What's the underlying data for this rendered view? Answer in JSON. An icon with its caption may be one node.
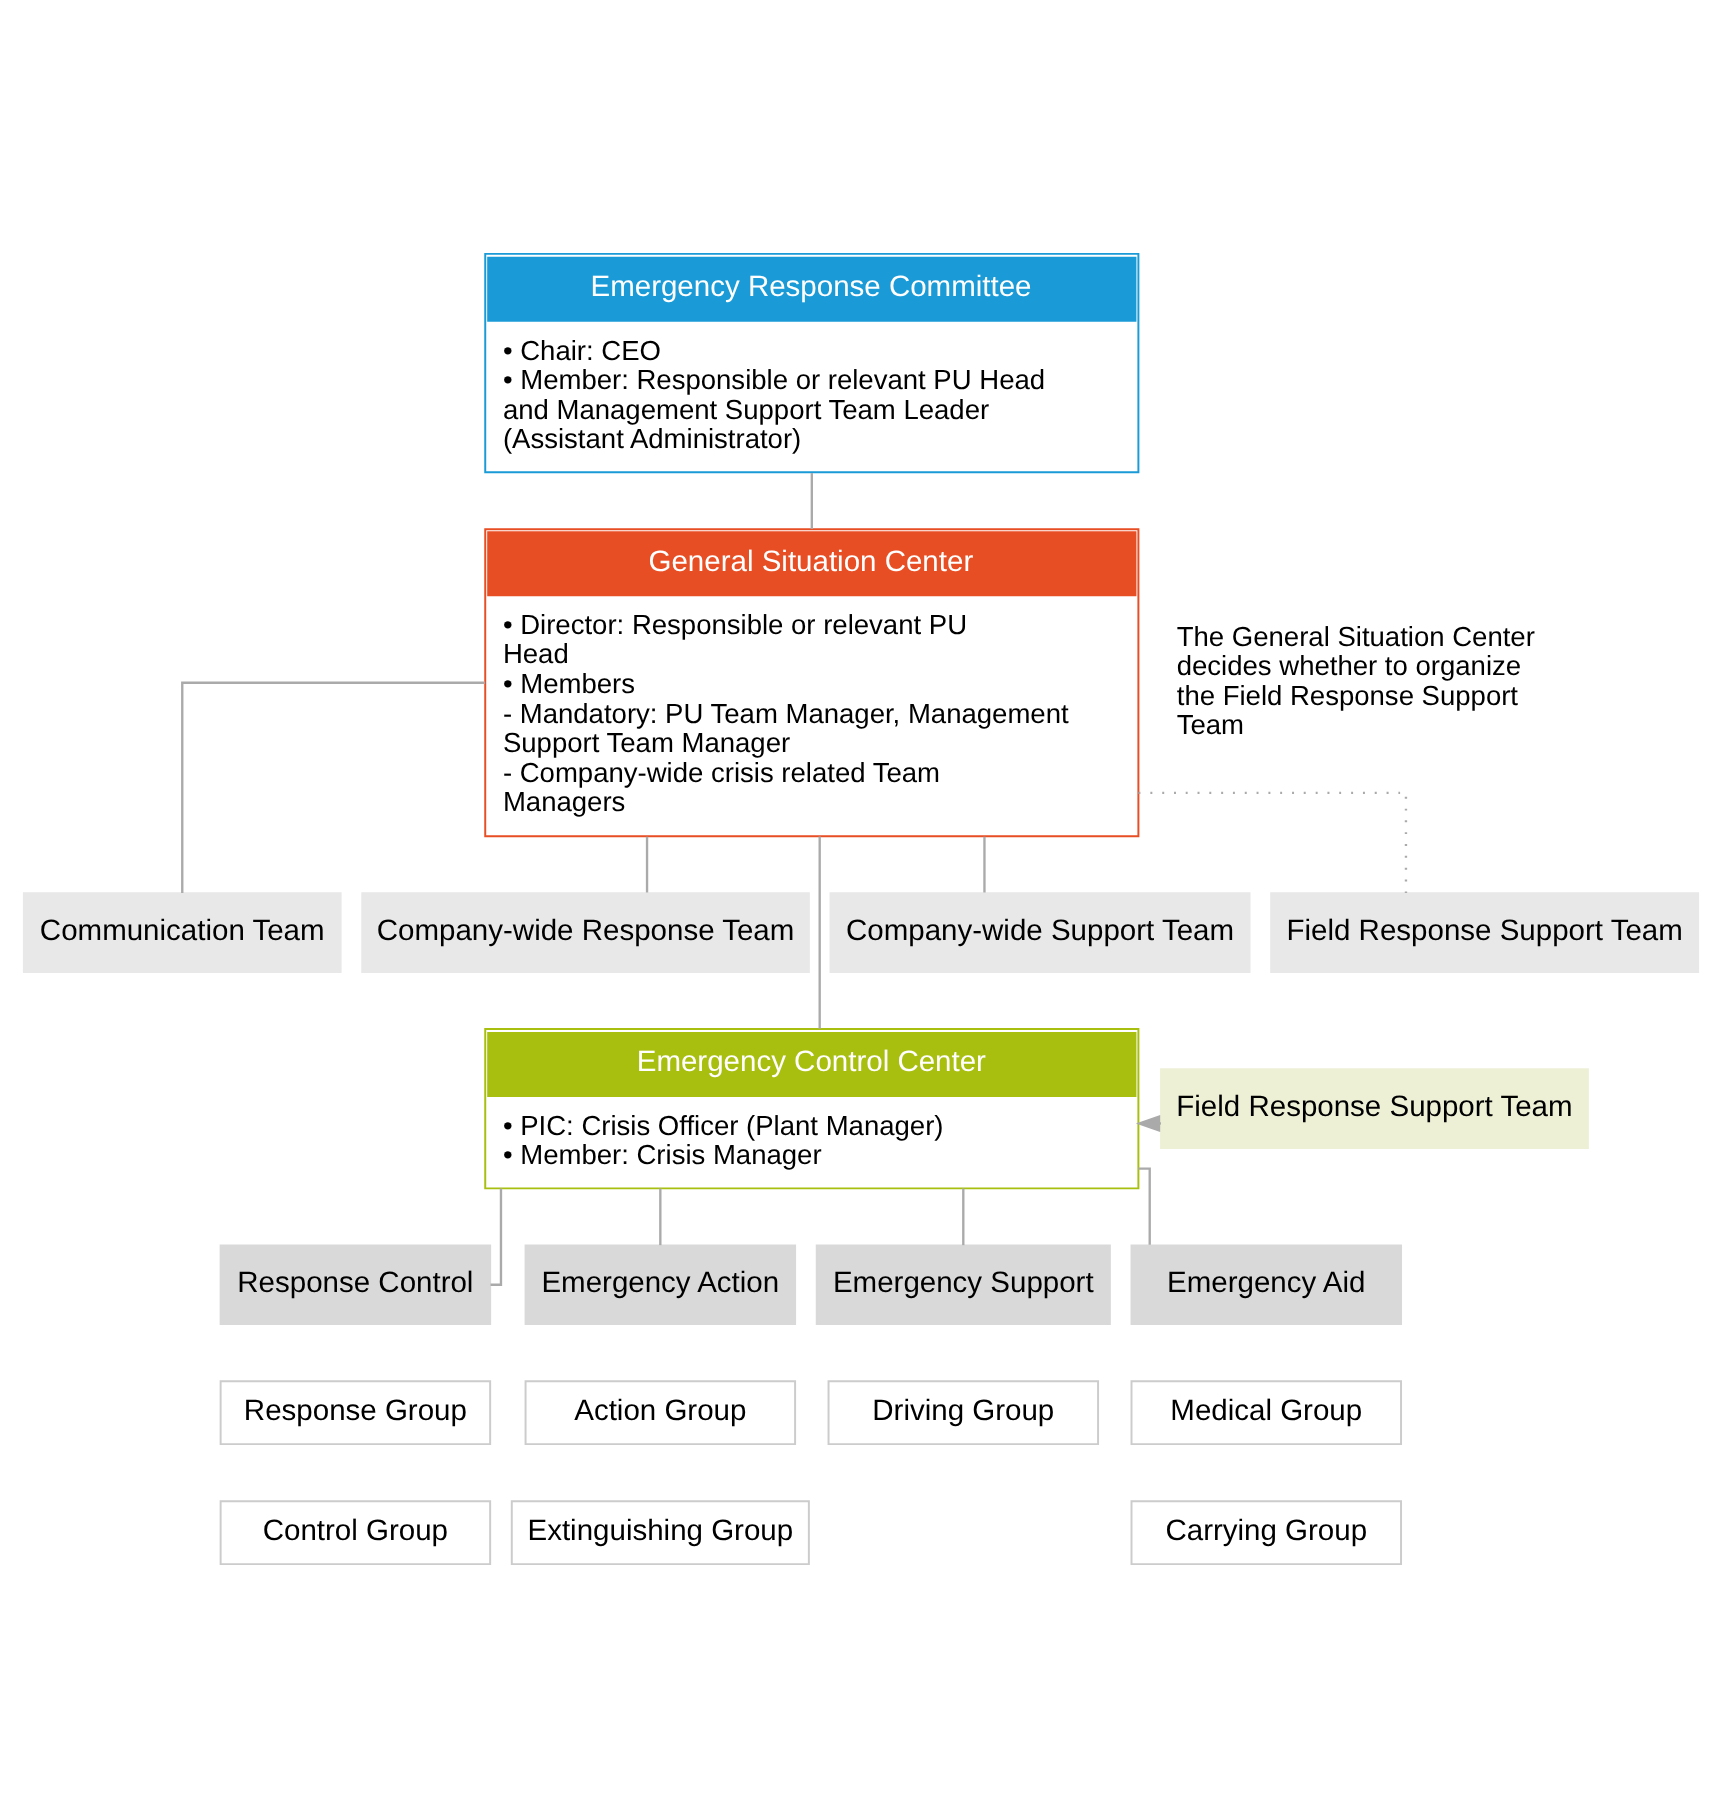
{
  "diagram": {
    "nodes": [
      {
        "text": [
          "Emergency Response Committee",
          "• Chair: CEO",
          "• Member: Responsible or relevant PU Head and Management Support Team Leader (Assistant Administrator)"
        ]
      },
      {
        "text": [
          "General Situation Center",
          "• Director: Responsible or relevant PU Head",
          "• Members",
          "- Mandatory: PU Team Manager, Management Support Team Manager",
          "- Company-wide crisis related Team Managers"
        ]
      },
      {
        "text": [
          "Communication Team"
        ]
      },
      {
        "text": [
          "Company-wide Response Team"
        ]
      },
      {
        "text": [
          "Company-wide Support Team"
        ]
      },
      {
        "text": [
          "Field Response Support Team"
        ]
      },
      {
        "text": [
          "Emergency Control Center",
          "• PIC: Crisis Officer (Plant Manager)",
          "• Member: Crisis Manager"
        ]
      },
      {
        "text": [
          "Field Response Support Team"
        ]
      },
      {
        "text": [
          "Response Control"
        ]
      },
      {
        "text": [
          "Emergency Action"
        ]
      },
      {
        "text": [
          "Emergency Support"
        ]
      },
      {
        "text": [
          "Emergency Aid"
        ]
      },
      {
        "text": [
          "Response Group"
        ]
      },
      {
        "text": [
          "Action Group"
        ]
      },
      {
        "text": [
          "Driving Group"
        ]
      },
      {
        "text": [
          "Medical Group"
        ]
      },
      {
        "text": [
          "Control Group"
        ]
      },
      {
        "text": [
          "Extinguishing Group"
        ]
      },
      {
        "text": [
          "Carrying Group"
        ]
      }
    ],
    "edges": [
      {
        "from": 0,
        "to": 1,
        "arrow": "none"
      },
      {
        "from": 1,
        "to": 2,
        "arrow": "none"
      },
      {
        "from": 1,
        "to": 3,
        "arrow": "none"
      },
      {
        "from": 1,
        "to": 4,
        "arrow": "none"
      },
      {
        "from": 1,
        "to": 5,
        "arrow": "none",
        "style": "dashed"
      },
      {
        "from": 1,
        "to": 6,
        "arrow": "none"
      },
      {
        "from": 7,
        "to": 6,
        "arrow": "to",
        "style": "dashed"
      },
      {
        "from": 6,
        "to": 8,
        "arrow": "none"
      },
      {
        "from": 6,
        "to": 9,
        "arrow": "none"
      },
      {
        "from": 6,
        "to": 10,
        "arrow": "none"
      },
      {
        "from": 6,
        "to": 11,
        "arrow": "none"
      }
    ],
    "labels": [
      "The General Situation Center decides whether to organize the Field Response Support Team"
    ]
  }
}
